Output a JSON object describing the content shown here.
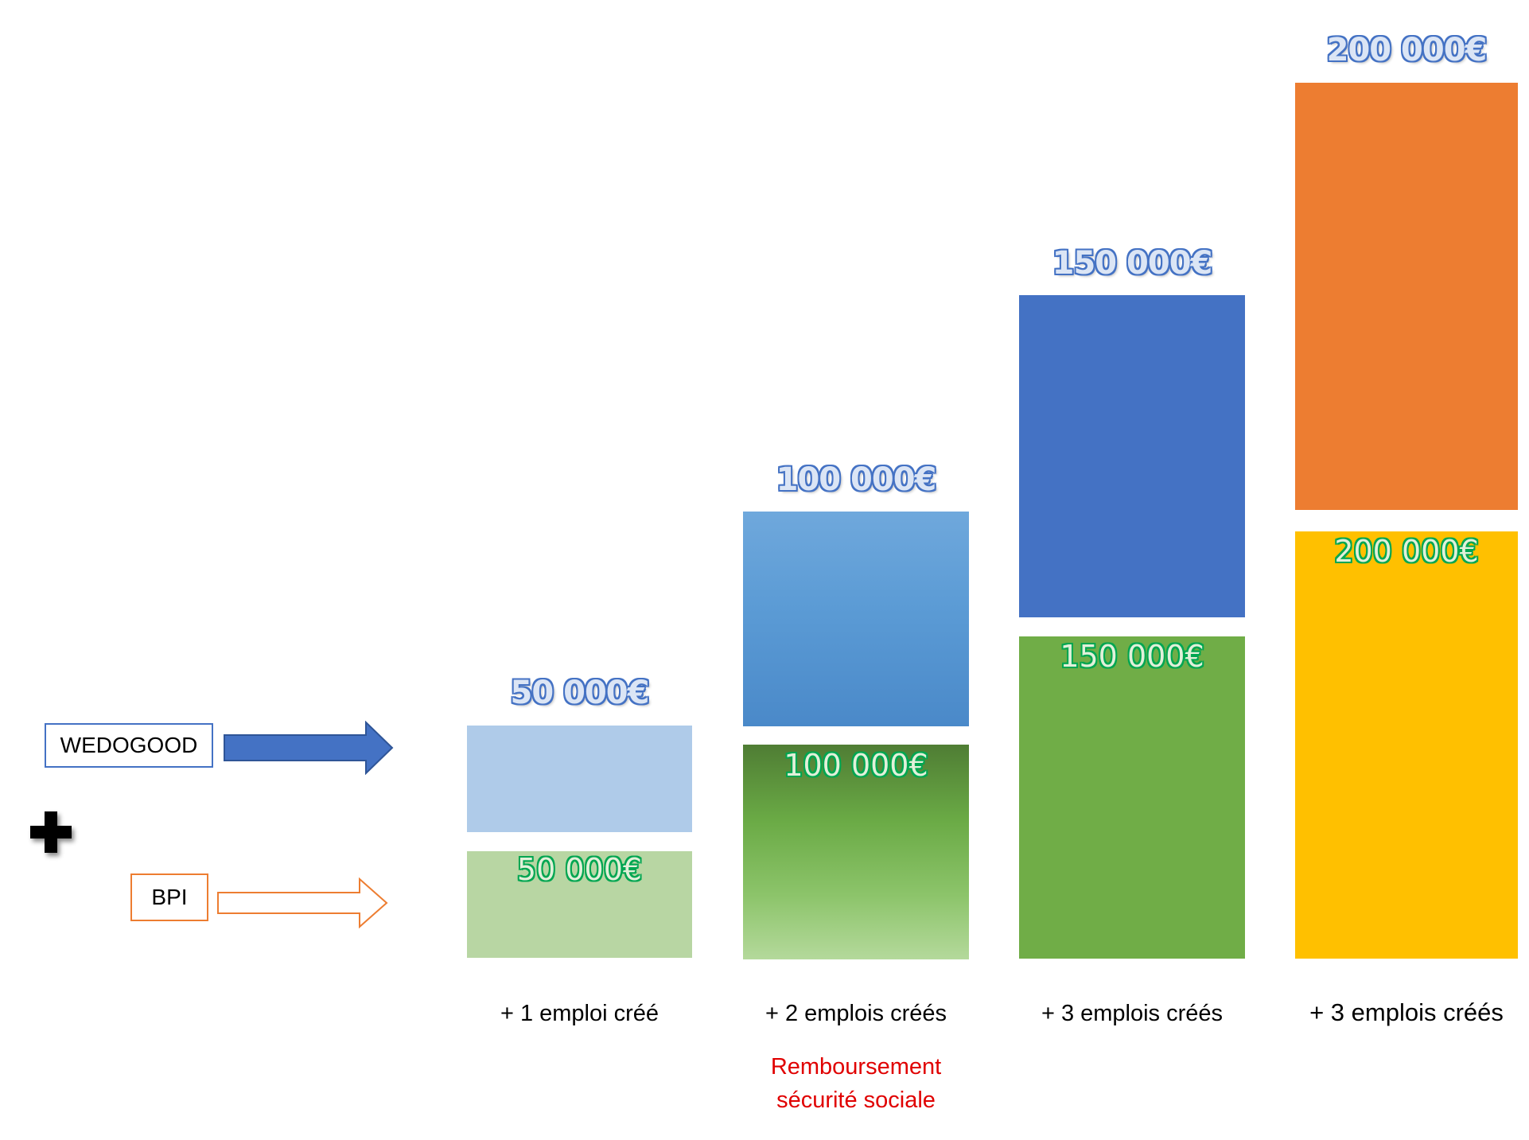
{
  "legend": {
    "wedogood": "WEDOGOOD",
    "bpi": "BPI"
  },
  "colors": {
    "wedogood_border": "#4472c4",
    "bpi_border": "#ed7d31",
    "top_label_stroke": "#4472c4",
    "bottom_label_stroke": "#00a651",
    "note": "#e00000"
  },
  "icons": [
    "plus-icon",
    "arrow-right-filled-icon",
    "arrow-right-outline-icon"
  ],
  "chart_data": {
    "type": "bar",
    "stacked_separated": true,
    "categories": [
      "+ 1 emploi créé",
      "+ 2 emplois créés",
      "+ 3 emplois créés",
      "+ 3 emplois créés"
    ],
    "series": [
      {
        "name": "WEDOGOOD",
        "values": [
          50000,
          100000,
          150000,
          200000
        ],
        "labels": [
          "50 000€",
          "100 000€",
          "150 000€",
          "200 000€"
        ],
        "colors": [
          "#afcbe9",
          "#5b9bd5",
          "#4472c4",
          "#ed7d31"
        ]
      },
      {
        "name": "BPI",
        "values": [
          50000,
          100000,
          150000,
          200000
        ],
        "labels": [
          "50 000€",
          "100 000€",
          "150 000€",
          "200 000€"
        ],
        "colors": [
          "#b8d6a3",
          "#70ad47",
          "#70ad47",
          "#ffc000"
        ]
      }
    ],
    "annotations": [
      "Remboursement\nsécurité sociale"
    ]
  }
}
